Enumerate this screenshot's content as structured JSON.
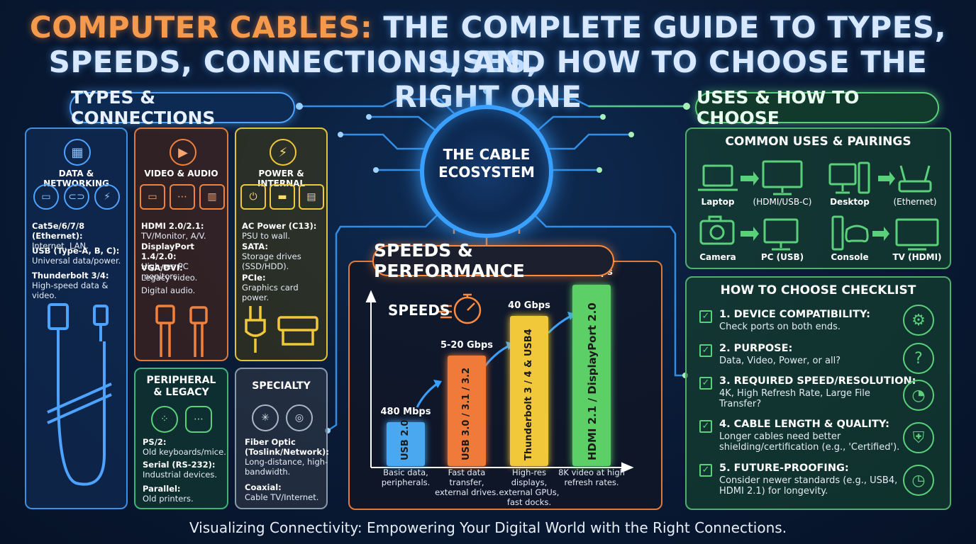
{
  "title": {
    "highlight": "COMPUTER CABLES:",
    "line1_rest": " THE COMPLETE GUIDE TO TYPES, USES,",
    "line2": "SPEEDS, CONNECTIONS, AND HOW TO CHOOSE THE RIGHT ONE"
  },
  "sections": {
    "types": "TYPES & CONNECTIONS",
    "uses": "USES & HOW TO CHOOSE",
    "speeds": "SPEEDS & PERFORMANCE",
    "hub": [
      "THE CABLE",
      "ECOSYSTEM"
    ]
  },
  "cards": {
    "data": {
      "title": "DATA & NETWORKING",
      "items": [
        {
          "name": "Cat5e/6/7/8 (Ethernet):",
          "desc": "Internet, LAN."
        },
        {
          "name": "USB (Type-A, B, C):",
          "desc": "Universal data/power."
        },
        {
          "name": "Thunderbolt 3/4:",
          "desc": "High-speed data & video."
        }
      ]
    },
    "video": {
      "title": "VIDEO & AUDIO",
      "items": [
        {
          "name": "HDMI 2.0/2.1:",
          "desc": "TV/Monitor, A/V."
        },
        {
          "name": "DisplayPort 1.4/2.0:",
          "desc": "High-res PC monitors."
        },
        {
          "name": "VGA/DVI:",
          "desc": "Legacy video."
        },
        {
          "name": "",
          "desc": "Digital audio."
        }
      ]
    },
    "power": {
      "title": "POWER & INTERNAL",
      "items": [
        {
          "name": "AC Power (C13):",
          "desc": "PSU to wall."
        },
        {
          "name": "SATA:",
          "desc": "Storage drives (SSD/HDD)."
        },
        {
          "name": "PCIe:",
          "desc": "Graphics card power."
        }
      ]
    },
    "peripheral": {
      "title": [
        "PERIPHERAL",
        "& LEGACY"
      ],
      "items": [
        {
          "name": "PS/2:",
          "desc": "Old keyboards/mice."
        },
        {
          "name": "Serial (RS-232):",
          "desc": "Industrial devices."
        },
        {
          "name": "Parallel:",
          "desc": "Old printers."
        }
      ]
    },
    "specialty": {
      "title": "SPECIALTY",
      "items": [
        {
          "name": "Fiber Optic (Toslink/Network):",
          "desc": "Long-distance, high-bandwidth."
        },
        {
          "name": "Coaxial:",
          "desc": "Cable TV/Internet."
        }
      ]
    }
  },
  "speeds_label": "SPEEDS",
  "chart_data": {
    "type": "bar",
    "categories": [
      "USB 2.0",
      "USB 3.0 / 3.1 / 3.2",
      "Thunderbolt 3 / 4 & USB4",
      "HDMI 2.1 / DisplayPort 2.0"
    ],
    "value_labels": [
      "480 Mbps",
      "5-20 Gbps",
      "40 Gbps",
      "up to 48-80 Gbps"
    ],
    "uses": [
      "Basic data, peripherals.",
      "Fast data transfer, external drives.",
      "High-res displays, external GPUs, fast docks.",
      "8K video at high refresh rates."
    ],
    "colors": [
      "#4aa8f0",
      "#f07a3a",
      "#f0c83a",
      "#5cd066"
    ]
  },
  "uses": {
    "title": "COMMON USES & PAIRINGS",
    "pairs": [
      {
        "from": "Laptop",
        "to": "(HDMI/USB-C)"
      },
      {
        "from": "Desktop",
        "to": "(Ethernet)"
      },
      {
        "from": "Camera",
        "to": "PC (USB)"
      },
      {
        "from": "Console",
        "to": "TV (HDMI)"
      }
    ]
  },
  "checklist": {
    "title": "HOW TO CHOOSE CHECKLIST",
    "items": [
      {
        "head": "1. DEVICE COMPATIBILITY:",
        "desc": "Check ports on both ends."
      },
      {
        "head": "2. PURPOSE:",
        "desc": "Data, Video, Power, or all?"
      },
      {
        "head": "3. REQUIRED SPEED/RESOLUTION:",
        "desc": "4K, High Refresh Rate, Large File Transfer?"
      },
      {
        "head": "4. CABLE LENGTH & QUALITY:",
        "desc": "Longer cables need better shielding/certification (e.g., 'Certified')."
      },
      {
        "head": "5. FUTURE-PROOFING:",
        "desc": "Consider newer standards (e.g., USB4, HDMI 2.1) for longevity."
      }
    ]
  },
  "footer": "Visualizing Connectivity: Empowering Your Digital World with the Right Connections."
}
